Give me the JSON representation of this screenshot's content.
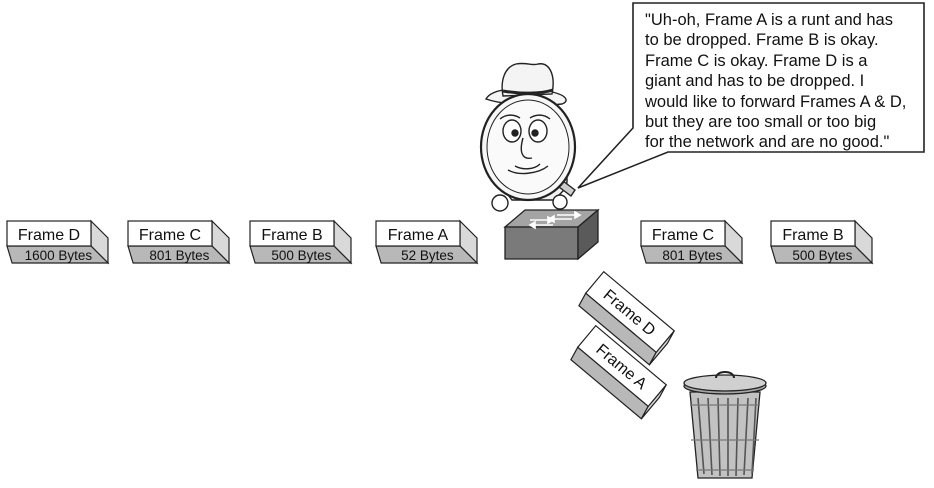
{
  "speech_bubble": {
    "lines": [
      "\"Uh-oh, Frame A is a runt and has",
      "to be dropped. Frame B is okay.",
      "Frame C is okay. Frame D is a",
      "giant and has to be dropped. I",
      "would like to forward Frames A & D,",
      "but they are too small or too big",
      "for the network and are no good.\""
    ]
  },
  "incoming_frames": [
    {
      "name": "Frame D",
      "size": "1600 Bytes"
    },
    {
      "name": "Frame C",
      "size": "801 Bytes"
    },
    {
      "name": "Frame B",
      "size": "500 Bytes"
    },
    {
      "name": "Frame A",
      "size": "52 Bytes"
    }
  ],
  "forwarded_frames": [
    {
      "name": "Frame C",
      "size": "801 Bytes"
    },
    {
      "name": "Frame B",
      "size": "500 Bytes"
    }
  ],
  "dropped_frames": [
    {
      "name": "Frame D"
    },
    {
      "name": "Frame A"
    }
  ],
  "colors": {
    "box_face": "#ffffff",
    "box_side": "#d9d9d9",
    "box_shadow": "#b8b8b8",
    "outline": "#222222",
    "switch_top": "#9a9a9a",
    "switch_front": "#6e6e6e",
    "trash_can": "#bdbdbd"
  }
}
